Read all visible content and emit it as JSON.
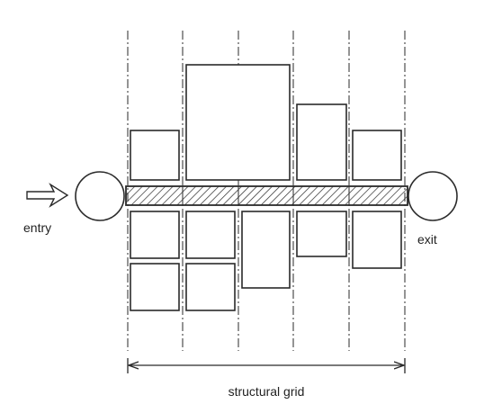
{
  "labels": {
    "entry": "entry",
    "exit": "exit",
    "dimension": "structural grid"
  },
  "icons": {
    "entry_arrow": "hollow-right-arrow-icon"
  },
  "colors": {
    "line": "#2a2a2a",
    "background": "#ffffff"
  }
}
